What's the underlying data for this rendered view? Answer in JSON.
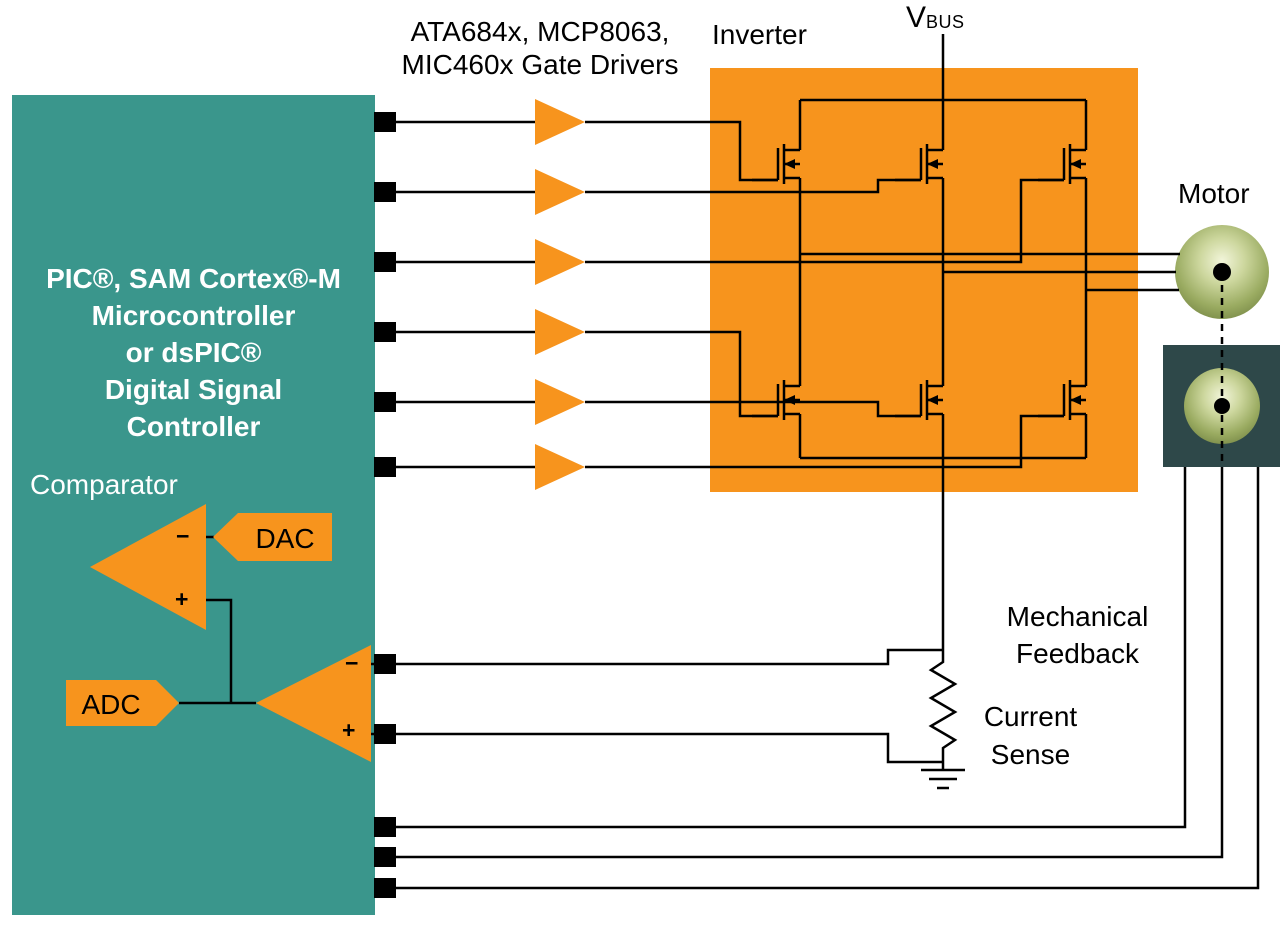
{
  "diagram": {
    "gate_drivers_label_line1": "ATA684x, MCP8063,",
    "gate_drivers_label_line2": "MIC460x Gate Drivers",
    "inverter_label": "Inverter",
    "vbus_v": "V",
    "vbus_sub": "BUS",
    "motor_label": "Motor",
    "mechanical_feedback_line1": "Mechanical",
    "mechanical_feedback_line2": "Feedback",
    "current_sense_line1": "Current",
    "current_sense_line2": "Sense"
  },
  "controller": {
    "line1": "PIC®, SAM Cortex®-M",
    "line2": "Microcontroller",
    "line3": "or dsPIC®",
    "line4": "Digital Signal",
    "line5": "Controller",
    "comparator_label": "Comparator",
    "dac_label": "DAC",
    "adc_label": "ADC",
    "minus": "−",
    "plus": "+"
  },
  "colors": {
    "teal": "#3A968C",
    "orange": "#F7941D",
    "sensor_box": "#2E4849",
    "wire": "#000000",
    "text_on_teal": "#FFFFFF"
  }
}
